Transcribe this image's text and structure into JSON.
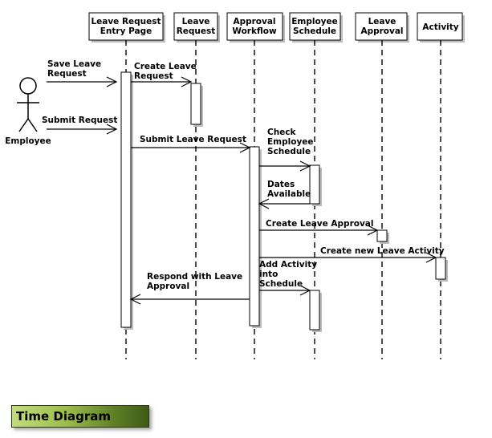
{
  "participants": [
    {
      "id": "entry",
      "lines": [
        "Leave Request",
        "Entry Page"
      ],
      "box_fill": "#ffffff"
    },
    {
      "id": "leave-request",
      "lines": [
        "Leave",
        "Request"
      ],
      "box_fill": "#ffffff"
    },
    {
      "id": "approval-workflow",
      "lines": [
        "Approval",
        "Workflow"
      ],
      "box_fill": "#ffffff"
    },
    {
      "id": "employee-schedule",
      "lines": [
        "Employee",
        "Schedule"
      ],
      "box_fill": "#ffffff"
    },
    {
      "id": "leave-approval",
      "lines": [
        "Leave",
        "Approval"
      ],
      "box_fill": "#ffffff"
    },
    {
      "id": "activity",
      "lines": [
        "Activity"
      ],
      "box_fill": "#ffffff"
    }
  ],
  "actor": {
    "label": "Employee",
    "icon": "stick-figure-icon"
  },
  "messages": [
    {
      "id": "save-leave-request",
      "from": "actor",
      "to": "entry",
      "lines": [
        "Save Leave",
        "Request"
      ]
    },
    {
      "id": "create-leave-request",
      "from": "entry",
      "to": "leave-request",
      "lines": [
        "Create Leave",
        "Request"
      ]
    },
    {
      "id": "submit-request",
      "from": "actor",
      "to": "entry",
      "lines": [
        "Submit Request"
      ]
    },
    {
      "id": "submit-leave-request",
      "from": "entry",
      "to": "approval-workflow",
      "lines": [
        "Submit Leave Request"
      ]
    },
    {
      "id": "check-employee-schedule",
      "from": "approval-workflow",
      "to": "employee-schedule",
      "lines": [
        "Check",
        "Employee",
        "Schedule"
      ]
    },
    {
      "id": "dates-available",
      "from": "employee-schedule",
      "to": "approval-workflow",
      "lines": [
        "Dates",
        "Available"
      ]
    },
    {
      "id": "create-leave-approval",
      "from": "approval-workflow",
      "to": "leave-approval",
      "lines": [
        "Create Leave Approval"
      ]
    },
    {
      "id": "create-new-leave-activity",
      "from": "approval-workflow",
      "to": "activity",
      "lines": [
        "Create new Leave Activity"
      ]
    },
    {
      "id": "add-activity-into-schedule",
      "from": "approval-workflow",
      "to": "employee-schedule",
      "lines": [
        "Add Activity",
        "into",
        "Schedule"
      ]
    },
    {
      "id": "respond-with-leave-approval",
      "from": "approval-workflow",
      "to": "entry",
      "lines": [
        "Respond with Leave",
        "Approval"
      ]
    }
  ],
  "banner": {
    "label": "Time Diagram",
    "colors": [
      "#c3dc7f",
      "#3e5a17"
    ]
  },
  "colors": {
    "line": "#000000",
    "background": "#ffffff",
    "shadow": "#bdbdbd"
  }
}
